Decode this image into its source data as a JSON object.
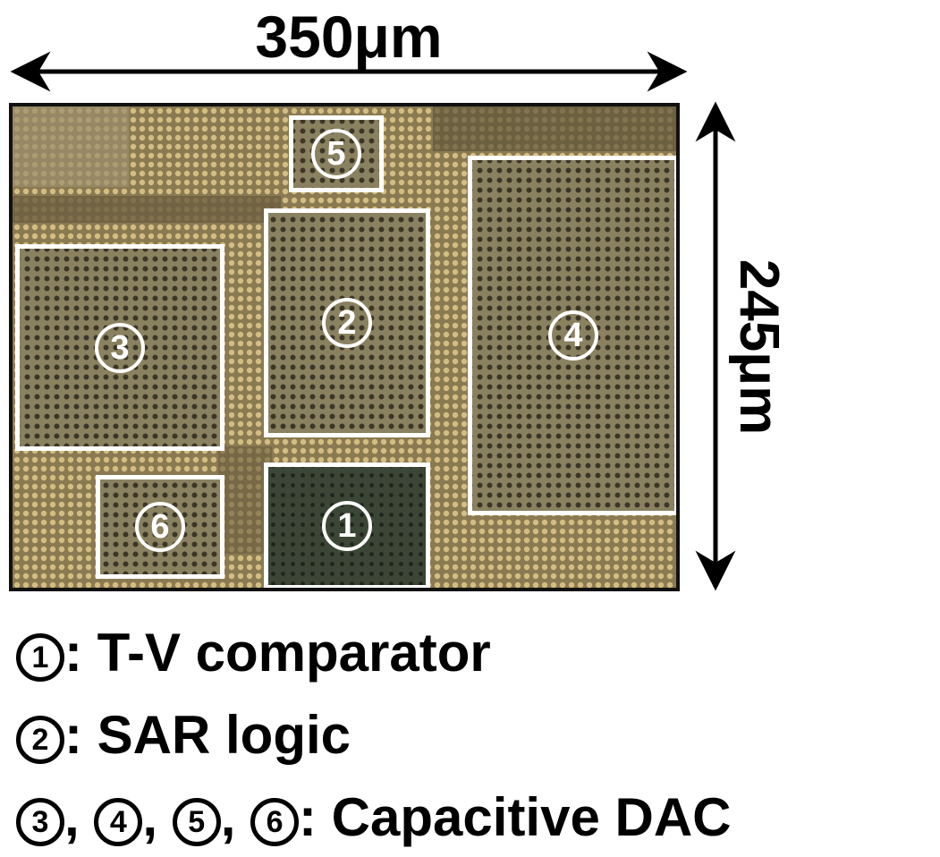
{
  "dimensions": {
    "width_label": "350μm",
    "height_label": "245μm"
  },
  "blocks": [
    {
      "id": "1",
      "label": "1"
    },
    {
      "id": "2",
      "label": "2"
    },
    {
      "id": "3",
      "label": "3"
    },
    {
      "id": "4",
      "label": "4"
    },
    {
      "id": "5",
      "label": "5"
    },
    {
      "id": "6",
      "label": "6"
    }
  ],
  "legend": [
    {
      "marks": [
        "1"
      ],
      "text": ": T-V comparator"
    },
    {
      "marks": [
        "2"
      ],
      "text": ": SAR logic"
    },
    {
      "marks": [
        "3",
        "4",
        "5",
        "6"
      ],
      "separator": ", ",
      "text": ": Capacitive DAC"
    }
  ],
  "colors": {
    "box_outline": "#ffffff",
    "chip_base": "#6d6247",
    "chip_gold": "#c9b27a"
  }
}
